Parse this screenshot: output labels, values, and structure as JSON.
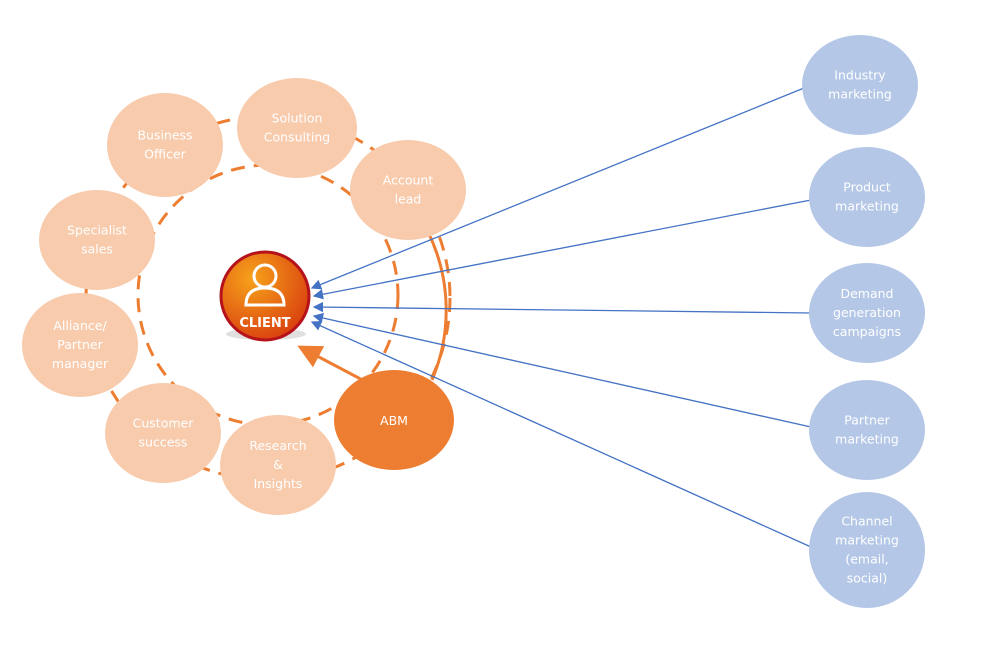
{
  "client": {
    "label": "CLIENT",
    "icon": "person-icon"
  },
  "sales_roles": [
    {
      "id": "business-officer",
      "lines": [
        "Business",
        "Officer"
      ]
    },
    {
      "id": "solution-consulting",
      "lines": [
        "Solution",
        "Consulting"
      ]
    },
    {
      "id": "account-lead",
      "lines": [
        "Account",
        "lead"
      ]
    },
    {
      "id": "specialist-sales",
      "lines": [
        "Specialist",
        "sales"
      ]
    },
    {
      "id": "alliance-partner-manager",
      "lines": [
        "Alliance/",
        "Partner",
        "manager"
      ]
    },
    {
      "id": "customer-success",
      "lines": [
        "Customer",
        "success"
      ]
    },
    {
      "id": "research-insights",
      "lines": [
        "Research",
        "&",
        "Insights"
      ]
    }
  ],
  "abm": {
    "label": "ABM"
  },
  "marketing": [
    {
      "id": "industry-marketing",
      "lines": [
        "Industry",
        "marketing"
      ]
    },
    {
      "id": "product-marketing",
      "lines": [
        "Product",
        "marketing"
      ]
    },
    {
      "id": "demand-generation",
      "lines": [
        "Demand",
        "generation",
        "campaigns"
      ]
    },
    {
      "id": "partner-marketing",
      "lines": [
        "Partner",
        "marketing"
      ]
    },
    {
      "id": "channel-marketing",
      "lines": [
        "Channel",
        "marketing",
        "(email,",
        "social)"
      ]
    }
  ],
  "colors": {
    "role": "#f8cbad",
    "abm": "#ed7d31",
    "ring": "#ed7d31",
    "marketing": "#b4c7e7",
    "arrow": "#4472c4",
    "client": "#e8541a"
  }
}
